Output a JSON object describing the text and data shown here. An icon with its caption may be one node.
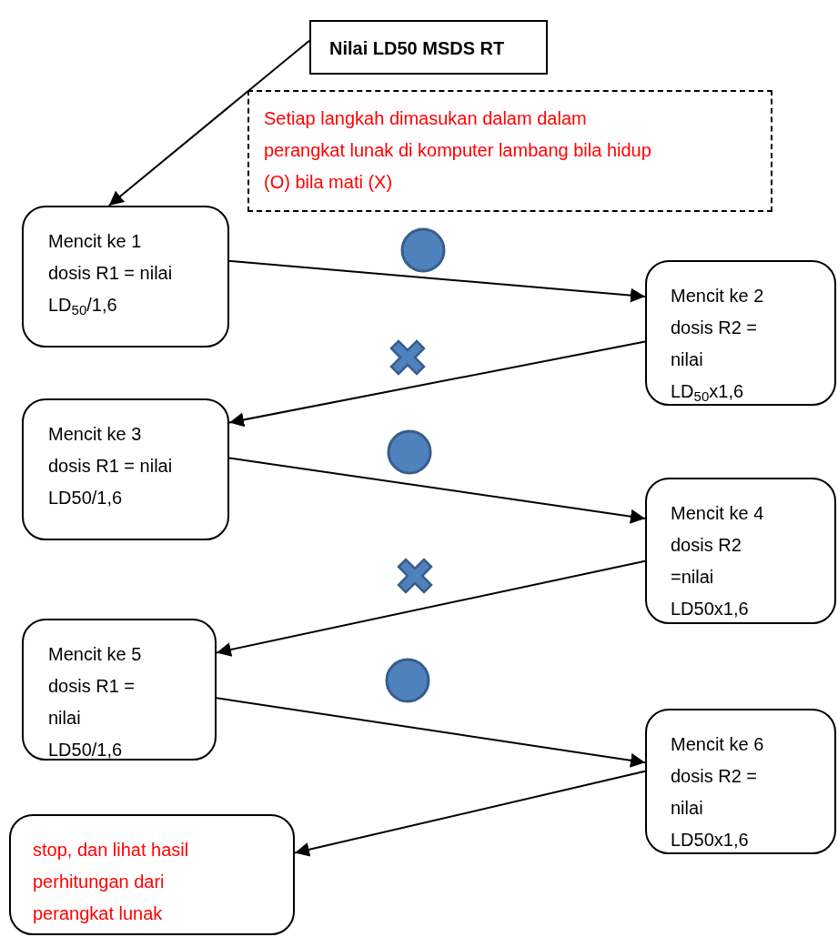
{
  "diagram": {
    "nodes": [
      {
        "text": [
          "Nilai LD50 MSDS RT"
        ]
      },
      {
        "text": [
          "Setiap langkah dimasukan dalam dalam perangkat lunak di komputer  lambang bila hidup (O) bila mati (X)"
        ]
      },
      {
        "text": [
          "Mencit ke 1 dosis R1 = nilai LD$_{50}$/1,6"
        ]
      },
      {
        "text": [
          "Mencit ke 2 dosis R2 = nilai LD$_{50}$x1,6"
        ]
      },
      {
        "text": [
          "Mencit ke 3 dosis R1 = nilai LD50/1,6"
        ]
      },
      {
        "text": [
          "Mencit ke 4 dosis R2 =nilai LD50x1,6"
        ]
      },
      {
        "text": [
          "Mencit ke 5 dosis R1 = nilai LD50/1,6"
        ]
      },
      {
        "text": [
          "Mencit ke 6 dosis R2 = nilai LD50x1,6"
        ]
      },
      {
        "text": [
          "stop, dan lihat hasil perhitungan dari perangkat lunak"
        ]
      }
    ],
    "edges": [
      {
        "from": 0,
        "to": 2,
        "arrow": "to"
      },
      {
        "from": 2,
        "to": 3,
        "arrow": "to"
      },
      {
        "from": 3,
        "to": 4,
        "arrow": "to"
      },
      {
        "from": 4,
        "to": 5,
        "arrow": "to"
      },
      {
        "from": 5,
        "to": 6,
        "arrow": "to"
      },
      {
        "from": 6,
        "to": 7,
        "arrow": "to"
      },
      {
        "from": 7,
        "to": 8,
        "arrow": "to"
      }
    ]
  }
}
